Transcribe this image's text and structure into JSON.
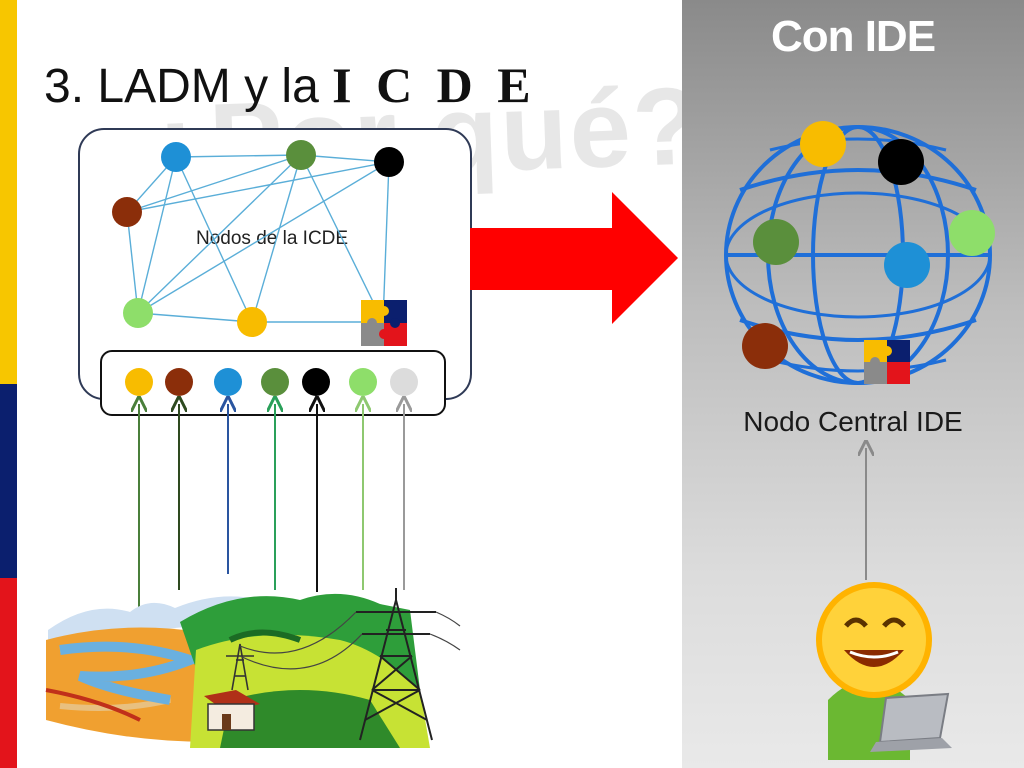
{
  "slide": {
    "title_prefix": "3. LADM y la",
    "title_emphasis": "I C D E",
    "watermark": "¿Por qué?"
  },
  "network": {
    "label": "Nodos de la ICDE"
  },
  "right_panel": {
    "heading": "Con IDE",
    "caption": "Nodo Central IDE"
  },
  "colors": {
    "flag_yellow": "#f7c600",
    "flag_blue": "#0b1f6e",
    "flag_red": "#e3141b",
    "arrow_red": "#ff0000",
    "node_blue": "#1e90d6",
    "node_green": "#5a8f3c",
    "node_black": "#000000",
    "node_brown": "#8b2e0a",
    "node_light_green": "#8ede6a",
    "node_yellow": "#f8bc00",
    "node_gray": "#dcdcdc"
  },
  "icons": [
    "puzzle-icon",
    "globe-icon",
    "smiley-icon",
    "laptop-icon",
    "landscape-sketch"
  ]
}
